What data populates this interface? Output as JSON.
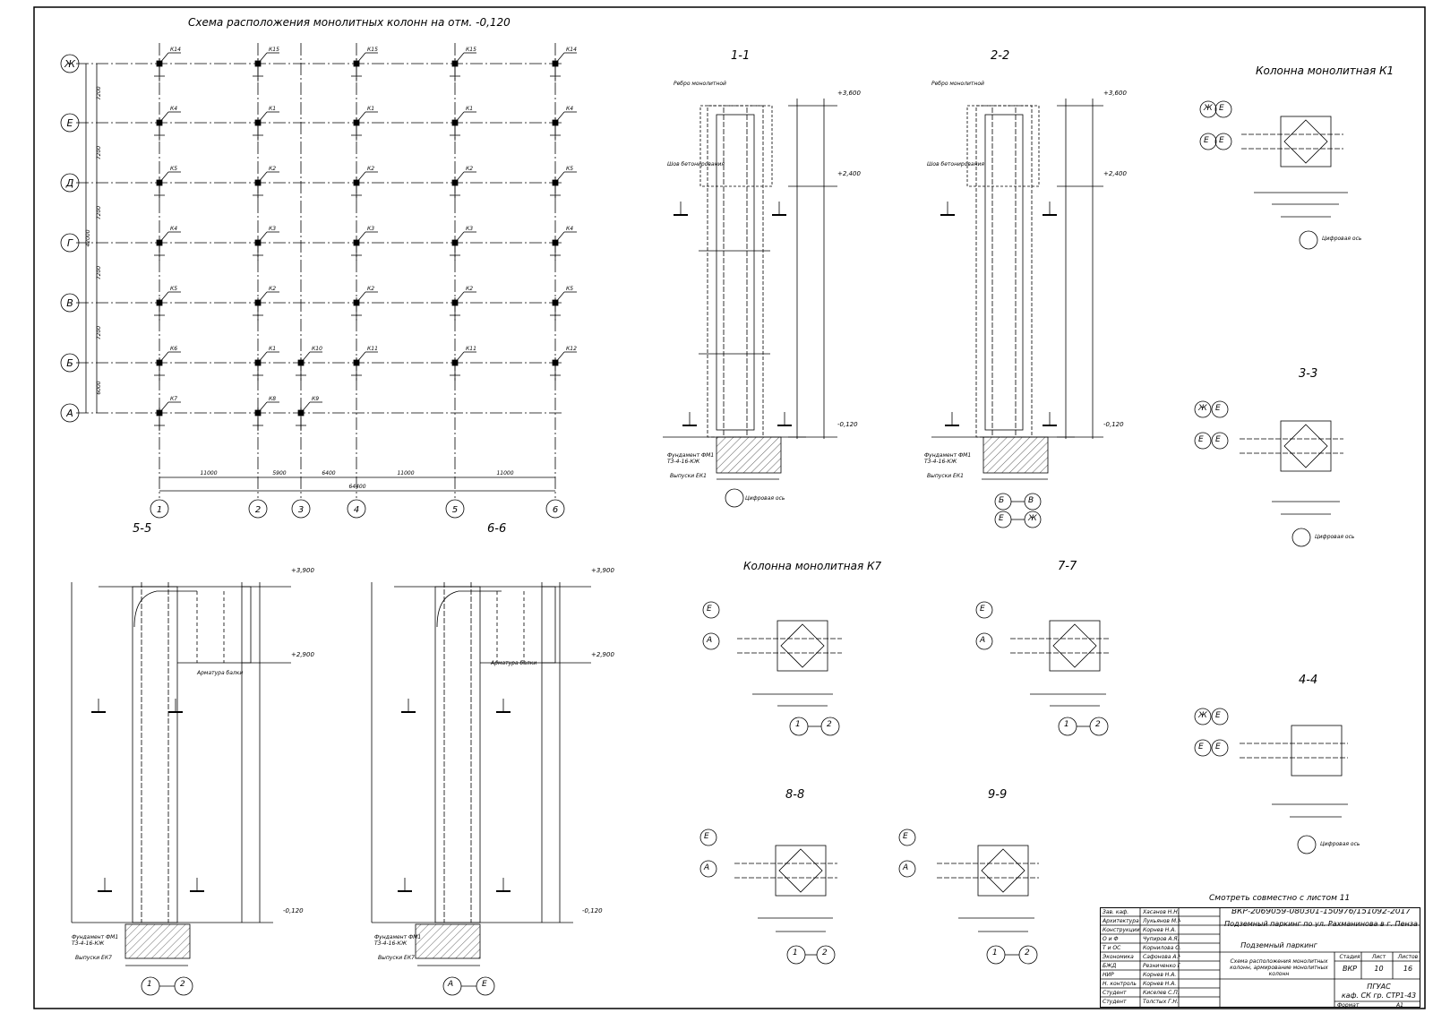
{
  "titles": {
    "plan": "Схема расположения монолитных колонн на отм. -0,120",
    "col_k1": "Колонна монолитная К1",
    "col_k7": "Колонна монолитная К7",
    "note": "Смотреть совместно с листом 11"
  },
  "sections": [
    "1-1",
    "2-2",
    "3-3",
    "4-4",
    "5-5",
    "6-6",
    "7-7",
    "8-8",
    "9-9"
  ],
  "axes": {
    "rows": [
      "Ж",
      "Е",
      "Д",
      "Г",
      "В",
      "Б",
      "А"
    ],
    "cols": [
      "1",
      "2",
      "3",
      "4",
      "5",
      "6"
    ],
    "col_dims": [
      "11000",
      "5900",
      "6400",
      "11000",
      "11000"
    ],
    "row_dims": [
      "7200",
      "7200",
      "7200",
      "7200",
      "7200",
      "6000"
    ],
    "total_width": "64400",
    "total_height": "42000"
  },
  "plan_marks": [
    [
      "К14",
      "К15",
      "К15",
      "К15",
      "К14"
    ],
    [
      "К4",
      "К1",
      "К1",
      "К1",
      "К4"
    ],
    [
      "К5",
      "К2",
      "К2",
      "К2",
      "К5"
    ],
    [
      "К4",
      "К3",
      "К3",
      "К3",
      "К4"
    ],
    [
      "К5",
      "К2",
      "К2",
      "К2",
      "К5"
    ],
    [
      "К6",
      "К1",
      "К10",
      "К11",
      "К11",
      "К12"
    ],
    [
      "К7",
      "К8",
      "К9"
    ]
  ],
  "elevations": {
    "top1": "+3,600",
    "mid1": "+2,400",
    "mid2": "+2,400",
    "base": "-0,120",
    "top2": "+3,900",
    "mid3": "+2,900"
  },
  "callouts": {
    "foundation": "Фундамент ФМ1",
    "foundation_ref": "ТЗ-4-16-КЖ",
    "outlet_k1": "Выпуски ЕК1",
    "outlet_k7": "Выпуски ЕК7",
    "concreting": "Ребро монолитной",
    "pipe": "Шов бетонирования",
    "rebar_cage": "Арматура балки",
    "yoke": "Цифровая ось"
  },
  "bottom_axes": {
    "s11": [
      "Б",
      "В"
    ],
    "s12": [
      "Е",
      "Ж"
    ],
    "k1_rows": [
      "Ж",
      "Е"
    ],
    "k7_rows": [
      "Е",
      "А"
    ],
    "k7_cols": [
      "1",
      "2"
    ],
    "s56_a": [
      "1",
      "2"
    ],
    "s56_b": [
      "А",
      "Е"
    ]
  },
  "title_block": {
    "code": "ВКР-2069059-080301-150976/151092-2017",
    "project": "Подземный паркинг по ул. Рахманинова в г. Пенза",
    "object": "Подземный паркинг",
    "sheet_title": "Схема расположения монолитных колонн, армирование монолитных колонн",
    "stage_h": "Стадия",
    "sheet_h": "Лист",
    "sheets_h": "Листов",
    "stage": "ВКР",
    "sheet": "10",
    "sheets": "16",
    "org1": "ПГУАС",
    "org2": "каф. СК гр. СТР1-43",
    "format": "Формат",
    "format_v": "А1",
    "rows": [
      [
        "Зав. каф.",
        "Хасанов Н.Н."
      ],
      [
        "Архитектура",
        "Лукьянов М.М."
      ],
      [
        "Конструкции",
        "Корнев Н.А."
      ],
      [
        "О и Ф",
        "Чупиров А.Я."
      ],
      [
        "Т и ОС",
        "Корнилова О.Е."
      ],
      [
        "Экономика",
        "Сафонова А.Н."
      ],
      [
        "БЖД",
        "Резниченко Г.П."
      ],
      [
        "НИР",
        "Корнев Н.А."
      ],
      [
        "Н. контроль",
        "Корнев Н.А."
      ],
      [
        "Студент",
        "Киселев С.П."
      ],
      [
        "Студент",
        "Толстых Г.Н."
      ]
    ]
  }
}
